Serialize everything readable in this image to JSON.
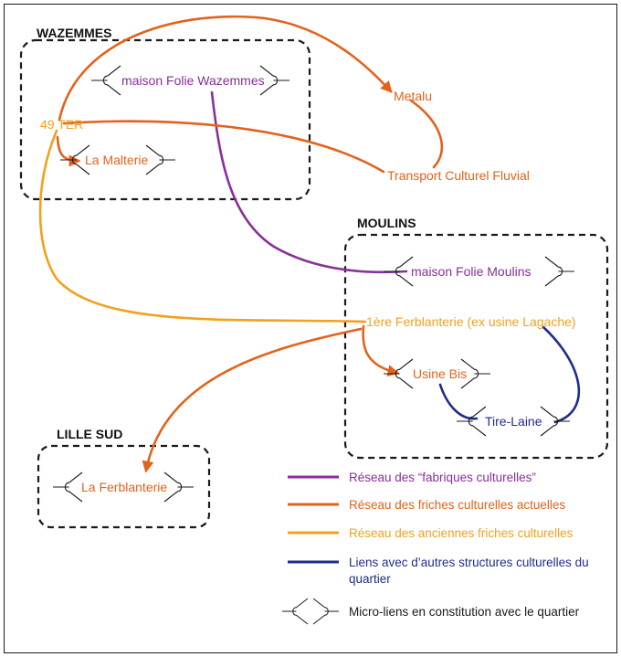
{
  "colors": {
    "fabriques": "#8a2e9b",
    "actuelles": "#e3621b",
    "anciennes": "#f2a11e",
    "autres": "#1f2d8c",
    "micro": "#1a1a1a"
  },
  "zones": {
    "wazemmes": "WAZEMMES",
    "moulins": "MOULINS",
    "lille_sud": "LILLE SUD"
  },
  "nodes": {
    "maison_folie_wazemmes": "maison Folie Wazemmes",
    "ter49": "49 TER",
    "la_malterie": "La Malterie",
    "metalu": "Metalu",
    "transport_culturel_fluvial": "Transport Culturel Fluvial",
    "maison_folie_moulins": "maison Folie Moulins",
    "premiere_ferblanterie": "1ère Ferblanterie (ex usine Lagache)",
    "usine_bis": "Usine Bis",
    "tire_laine": "Tire-Laine",
    "la_ferblanterie": "La Ferblanterie"
  },
  "legend": {
    "fabriques": "Réseau des “fabriques culturelles”",
    "actuelles": "Réseau des friches culturelles actuelles",
    "anciennes": "Réseau des anciennes friches culturelles",
    "autres_line1": "Liens avec d’autres structures culturelles du",
    "autres_line2": "quartier",
    "micro": "Micro-liens en constitution avec le quartier"
  }
}
